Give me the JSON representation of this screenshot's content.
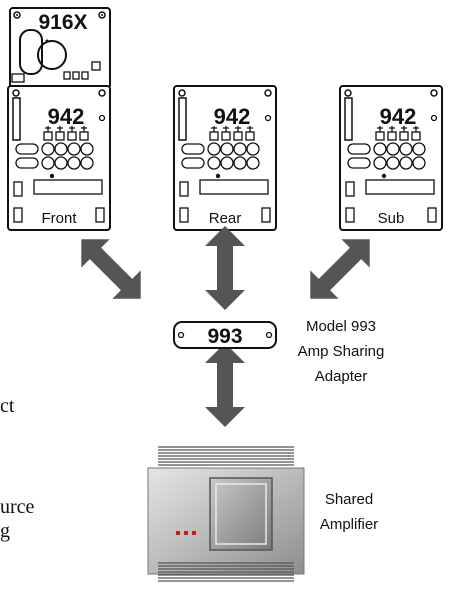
{
  "units": {
    "top_module": {
      "model": "916X"
    },
    "front": {
      "model": "942",
      "position_label": "Front"
    },
    "rear": {
      "model": "942",
      "position_label": "Rear"
    },
    "sub": {
      "model": "942",
      "position_label": "Sub"
    }
  },
  "adapter": {
    "model": "993",
    "caption_lines": [
      "Model 993",
      "Amp Sharing",
      "Adapter"
    ]
  },
  "amplifier": {
    "caption_lines": [
      "Shared",
      "Amplifier"
    ]
  },
  "cut_off_text": [
    "ct",
    "urce",
    "g"
  ],
  "colors": {
    "arrow": "#555555",
    "stroke": "#111111",
    "amp_indicator": "#cc1a1a"
  }
}
